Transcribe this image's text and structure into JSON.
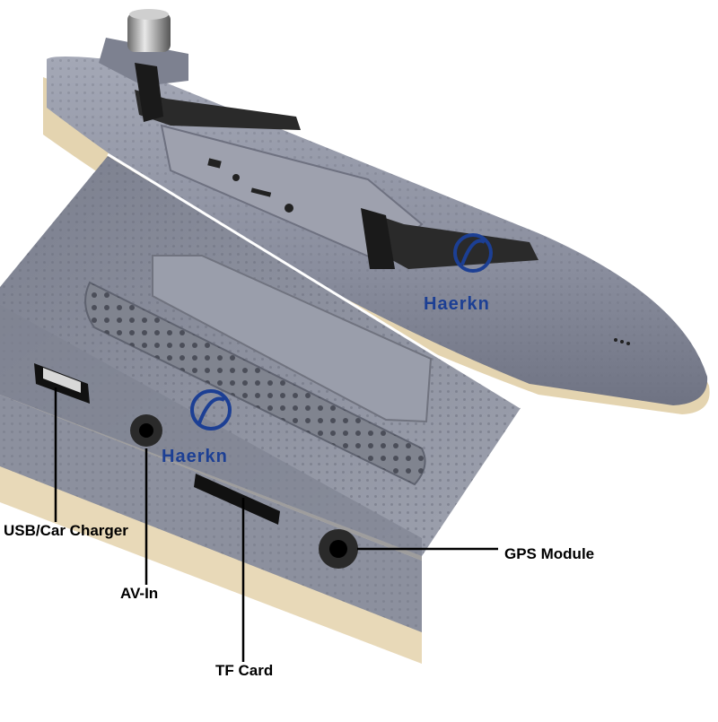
{
  "brand": {
    "name": "Haerkn",
    "color": "#1c3f94"
  },
  "callouts": {
    "usb": "USB/Car Charger",
    "av": "AV-In",
    "tf": "TF Card",
    "gps": "GPS Module"
  },
  "colors": {
    "body": "#8a8e9e",
    "body_dark": "#5f6372",
    "trim": "#e8d9b8",
    "strap": "#2a2a2a"
  }
}
